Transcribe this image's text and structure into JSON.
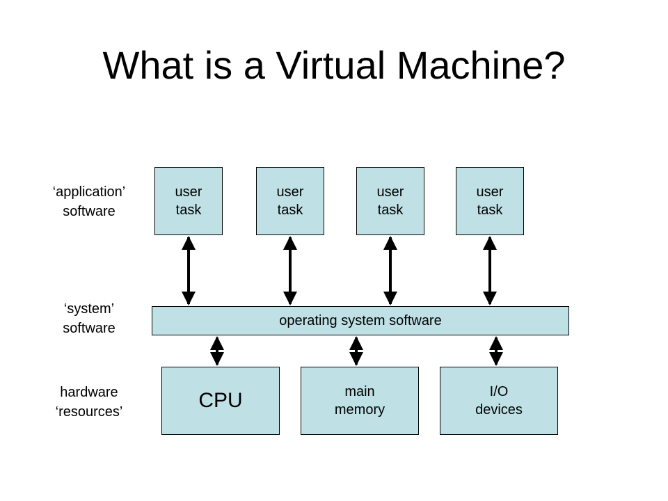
{
  "title": "What is a Virtual Machine?",
  "layers": {
    "application": "‘application’\nsoftware",
    "system": "‘system’\nsoftware",
    "hardware": "hardware\n‘resources’"
  },
  "user_tasks": [
    "user\ntask",
    "user\ntask",
    "user\ntask",
    "user\ntask"
  ],
  "os": "operating system software",
  "hardware": {
    "cpu": "CPU",
    "memory": "main\nmemory",
    "io": "I/O\ndevices"
  },
  "colors": {
    "box_fill": "#bfe1e5",
    "stroke": "#000000"
  }
}
